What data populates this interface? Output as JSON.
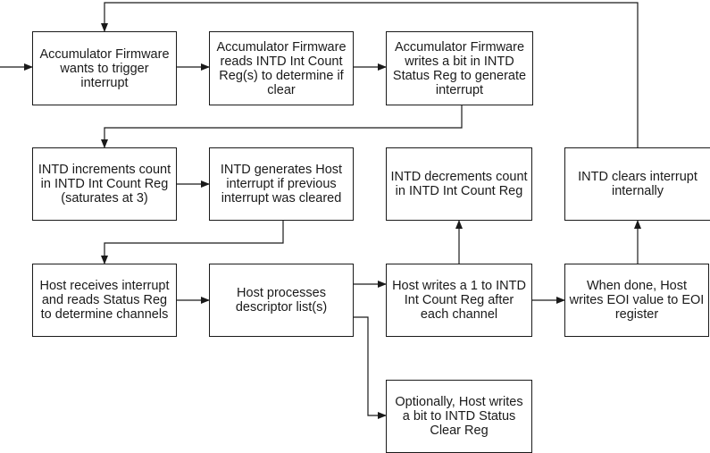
{
  "flowchart": {
    "nodes": [
      {
        "id": "fw-wants-trigger",
        "label": "Accumulator Firmware wants to trigger interrupt"
      },
      {
        "id": "fw-reads-count",
        "label": "Accumulator Firmware reads INTD Int Count Reg(s) to determine if clear"
      },
      {
        "id": "fw-writes-status",
        "label": "Accumulator Firmware writes a bit in INTD Status Reg to generate interrupt"
      },
      {
        "id": "intd-increments",
        "label": "INTD increments count in INTD Int Count Reg (saturates at 3)"
      },
      {
        "id": "intd-generates",
        "label": "INTD generates Host interrupt if previous interrupt was cleared"
      },
      {
        "id": "intd-decrements",
        "label": "INTD decrements count in INTD Int Count Reg"
      },
      {
        "id": "intd-clears",
        "label": "INTD clears interrupt internally"
      },
      {
        "id": "host-receives",
        "label": "Host receives interrupt and reads Status Reg to determine channels"
      },
      {
        "id": "host-processes",
        "label": "Host processes descriptor list(s)"
      },
      {
        "id": "host-writes-one",
        "label": "Host writes a 1 to INTD Int Count Reg after each channel"
      },
      {
        "id": "host-writes-eoi",
        "label": "When done, Host writes EOI value to EOI register"
      },
      {
        "id": "host-optional-clear",
        "label": "Optionally, Host writes a bit to INTD Status Clear Reg"
      }
    ],
    "edges": [
      {
        "from": "entry",
        "to": "fw-wants-trigger"
      },
      {
        "from": "fw-wants-trigger",
        "to": "fw-reads-count"
      },
      {
        "from": "fw-reads-count",
        "to": "fw-writes-status"
      },
      {
        "from": "fw-writes-status",
        "to": "intd-increments"
      },
      {
        "from": "intd-increments",
        "to": "intd-generates"
      },
      {
        "from": "intd-generates",
        "to": "host-receives"
      },
      {
        "from": "host-receives",
        "to": "host-processes"
      },
      {
        "from": "host-processes",
        "to": "host-writes-one"
      },
      {
        "from": "host-processes",
        "to": "host-optional-clear"
      },
      {
        "from": "host-writes-one",
        "to": "intd-decrements"
      },
      {
        "from": "host-writes-one",
        "to": "host-writes-eoi"
      },
      {
        "from": "host-writes-eoi",
        "to": "intd-clears"
      },
      {
        "from": "intd-clears",
        "to": "fw-wants-trigger"
      }
    ],
    "colors": {
      "line": "#1a1a1a",
      "box_fill": "#ffffff"
    }
  }
}
